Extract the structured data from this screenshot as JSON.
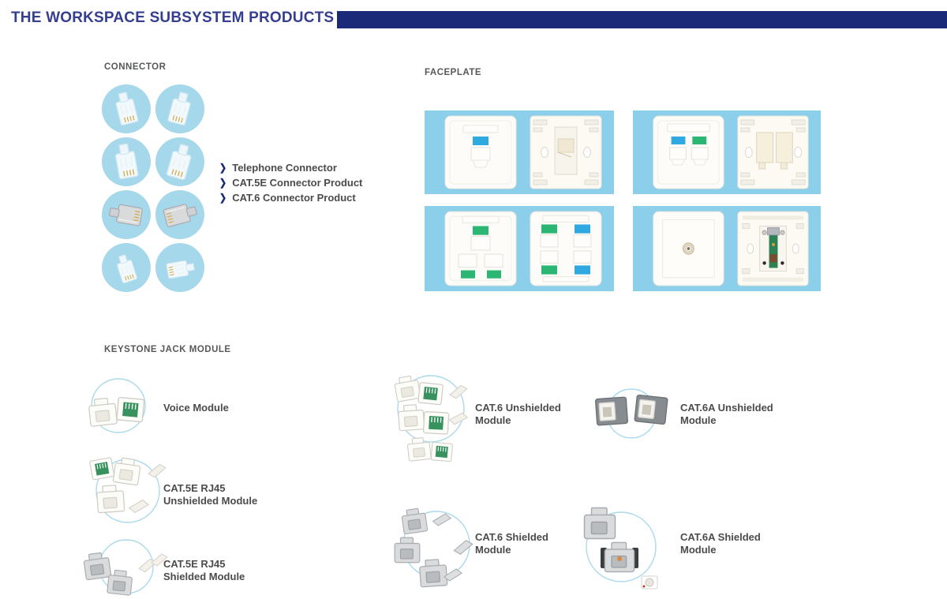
{
  "header": {
    "title": "THE WORKSPACE SUBSYSTEM PRODUCTS"
  },
  "connector": {
    "heading": "CONNECTOR",
    "products": [
      {
        "label": "Telephone Connector"
      },
      {
        "label": "CAT.5E Connector Product"
      },
      {
        "label": "CAT.6 Connector Product"
      }
    ],
    "tiles": [
      {
        "icon": "telephone-connector-photo"
      },
      {
        "icon": "telephone-connector-angled-photo"
      },
      {
        "icon": "cat5e-connector-photo"
      },
      {
        "icon": "cat5e-connector-angled-photo"
      },
      {
        "icon": "shielded-connector-photo"
      },
      {
        "icon": "shielded-connector-angled-photo"
      },
      {
        "icon": "cat6-connector-photo"
      },
      {
        "icon": "cat6-connector-angled-photo"
      }
    ]
  },
  "faceplate": {
    "heading": "FACEPLATE",
    "panels": [
      {
        "icon": "single-port-faceplate-front-back-photo"
      },
      {
        "icon": "dual-port-faceplate-front-back-photo"
      },
      {
        "icon": "triple-and-quad-port-faceplate-photo"
      },
      {
        "icon": "tv-faceplate-front-back-photo"
      }
    ]
  },
  "keystone": {
    "heading": "KEYSTONE JACK MODULE",
    "modules": [
      {
        "id": "voice",
        "label": "Voice Module"
      },
      {
        "id": "cat5e-unshielded",
        "label": "CAT.5E RJ45\nUnshielded Module"
      },
      {
        "id": "cat5e-shielded",
        "label": "CAT.5E RJ45\nShielded Module"
      },
      {
        "id": "cat6-unshielded",
        "label": "CAT.6 Unshielded\nModule"
      },
      {
        "id": "cat6-shielded",
        "label": "CAT.6 Shielded\nModule"
      },
      {
        "id": "cat6a-unshielded",
        "label": "CAT.6A Unshielded\nModule"
      },
      {
        "id": "cat6a-shielded",
        "label": "CAT.6A Shielded\nModule"
      }
    ]
  },
  "colors": {
    "accent_bar": "#1a2978",
    "title_text": "#353e8f",
    "section_heading": "#57585a",
    "body_text": "#4b4b4d",
    "tile_background": "#a5d8eb",
    "panel_background": "#8ccfeb",
    "port_label_blue": "#2fa9e0",
    "port_label_green": "#2bb673"
  }
}
